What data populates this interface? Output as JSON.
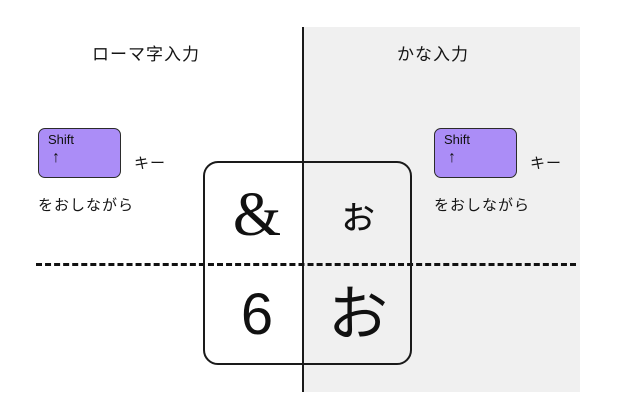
{
  "diagram": {
    "title_left": "ローマ字入力",
    "title_right": "かな入力",
    "colors": {
      "shift_key_fill": "#ab8df7",
      "shift_key_border": "#2b2b2b",
      "kana_panel_bg": "#f0f0f0",
      "line": "#1a1a1a",
      "text": "#141414"
    },
    "shift_left": {
      "key_label": "Shift",
      "key_arrow": "↑",
      "key_word": "キー",
      "hold_text": "をおしながら"
    },
    "shift_right": {
      "key_label": "Shift",
      "key_arrow": "↑",
      "key_word": "キー",
      "hold_text": "をおしながら"
    },
    "keycap": {
      "top_left": "&",
      "top_right": "ぉ",
      "bottom_left": "6",
      "bottom_right": "お"
    }
  }
}
